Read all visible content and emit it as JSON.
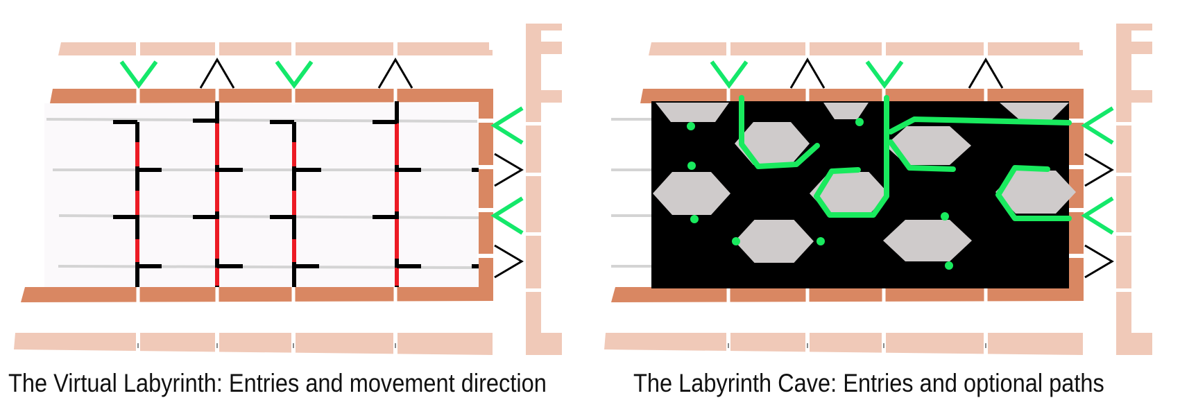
{
  "colors": {
    "wall": "#d98762",
    "wall_light": "#f0c9b8",
    "entry_green": "#14e86a",
    "entry_black": "#000000",
    "grid_line": "#d4d4d4",
    "floor": "#fbf9fb",
    "cave": "#000000",
    "rock": "#cfcbcb",
    "path_green": "#19ea5e",
    "barrier_red": "#ec1b24"
  },
  "left_panel": {
    "caption": "The Virtual Labyrinth: Entries and movement direction",
    "top_entries": [
      "in",
      "out",
      "in",
      "out"
    ],
    "side_entries": [
      "in",
      "out",
      "in",
      "out"
    ]
  },
  "right_panel": {
    "caption": "The Labyrinth Cave: Entries and optional paths",
    "top_entries": [
      "in",
      "out",
      "in",
      "out"
    ],
    "side_entries": [
      "in",
      "out",
      "in",
      "out"
    ]
  }
}
